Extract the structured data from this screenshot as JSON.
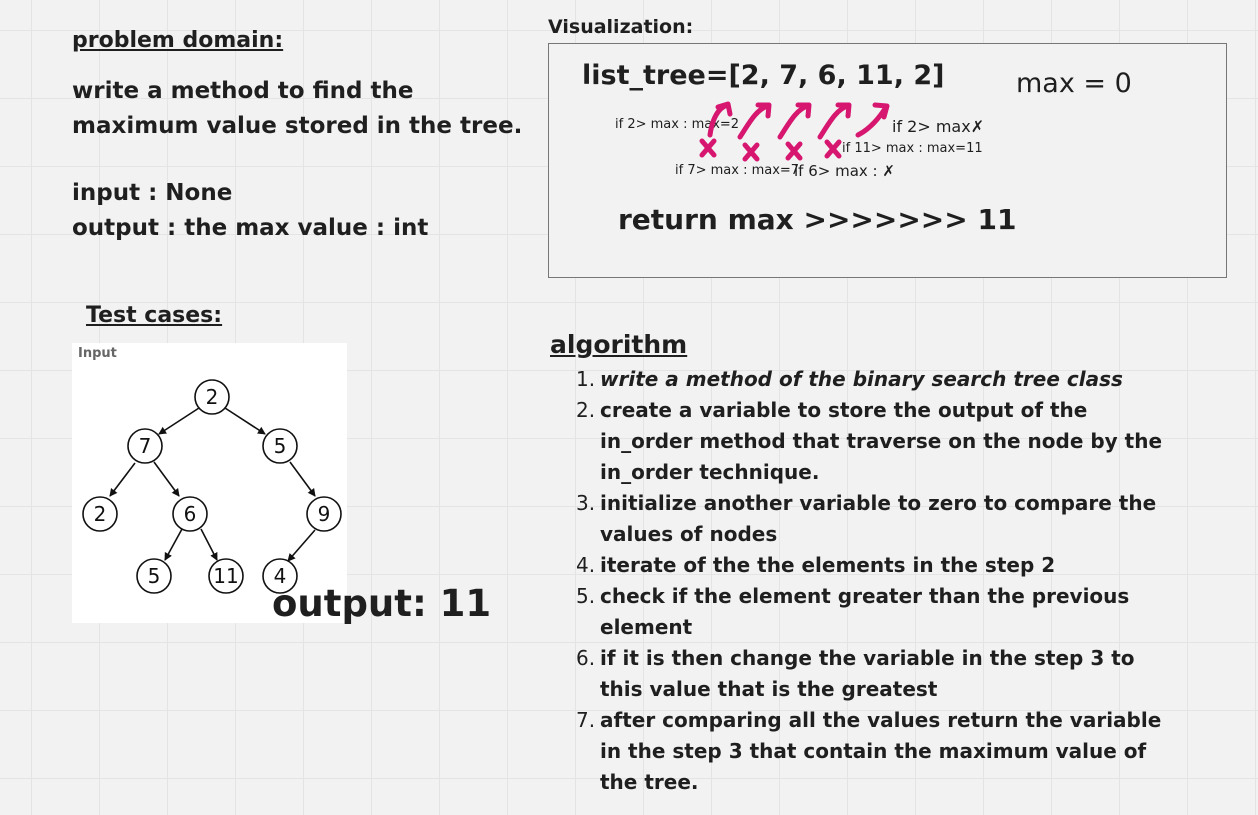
{
  "problem_domain": {
    "heading": "problem domain:",
    "description": "write a method to find the maximum value stored in the tree.",
    "input": "input : None",
    "output": "output : the max value : int"
  },
  "test_cases": {
    "heading": "Test cases:",
    "panel_label": "Input",
    "nodes": [
      "2",
      "7",
      "5",
      "2",
      "6",
      "9",
      "5",
      "11",
      "4"
    ],
    "output": "output: 11"
  },
  "visualization": {
    "heading": "Visualization:",
    "list_tree": "list_tree=[2, 7, 6, 11, 2]",
    "max_init": "max = 0",
    "note1": "if 2> max : max=2",
    "note2": "if 2> max",
    "note3": "if 11> max : max=11",
    "note4": "if 7> max : max=7",
    "note5": "if 6> max :",
    "return_text": "return max >>>>>>> 11",
    "mark_color": "#d6166f"
  },
  "algorithm": {
    "heading": "algorithm",
    "steps": [
      "write a method of the binary search tree class",
      "create a variable to store the output of the in_order method that traverse on the node by the in_order technique.",
      "initialize another variable to zero to compare the values of nodes",
      "iterate of the the elements in the step 2",
      "check if the element greater than the previous element",
      "if it is then change the variable in the step 3 to this value that is the greatest",
      "after comparing all the values return the variable in the step 3 that contain the maximum value of the tree."
    ]
  }
}
